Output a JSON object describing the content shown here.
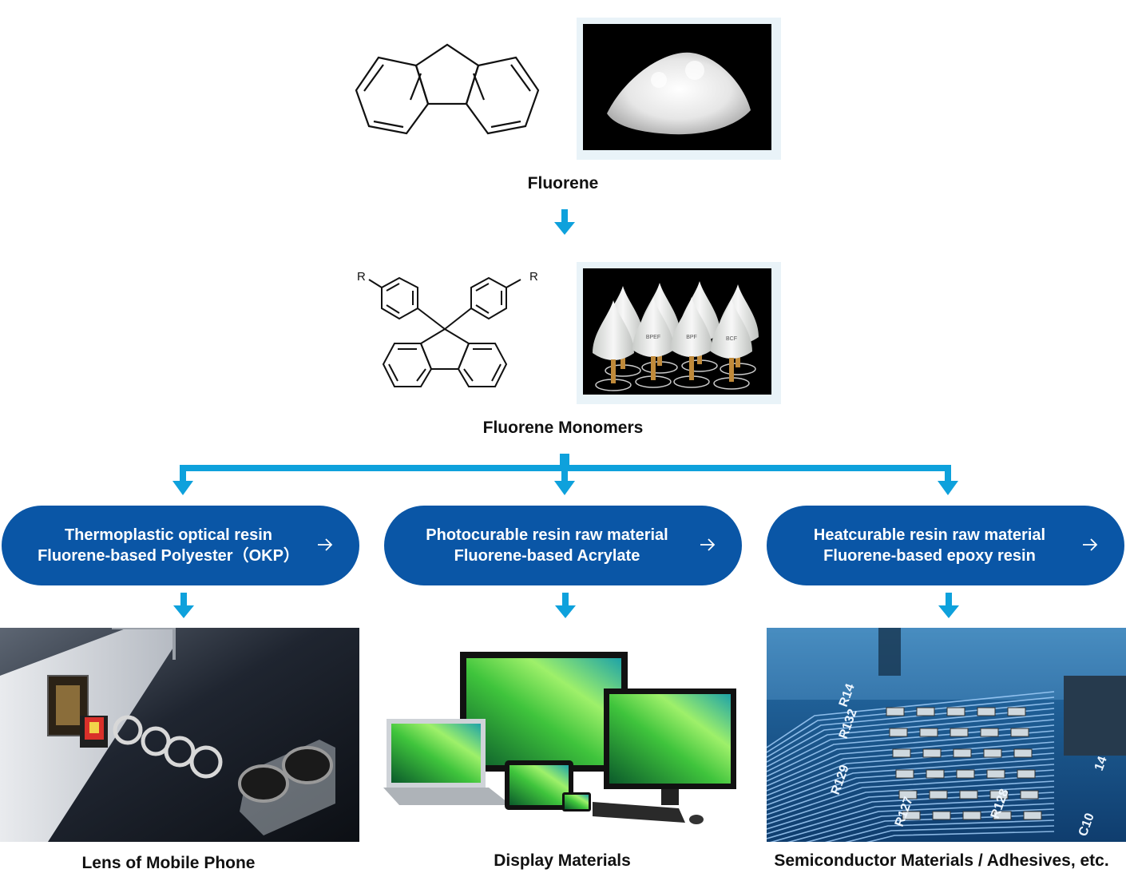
{
  "steps": {
    "fluorene": {
      "label": "Fluorene"
    },
    "monomers": {
      "label": "Fluorene Monomers",
      "r_group": "R"
    }
  },
  "categories": [
    {
      "line1": "Thermoplastic optical resin",
      "line2": "Fluorene-based Polyester（OKP）",
      "application": "Lens of Mobile Phone"
    },
    {
      "line1": "Photocurable resin raw material",
      "line2": "Fluorene-based Acrylate",
      "application": "Display Materials"
    },
    {
      "line1": "Heatcurable resin raw material",
      "line2": "Fluorene-based epoxy resin",
      "application": "Semiconductor Materials / Adhesives, etc."
    }
  ],
  "bottle_labels": [
    "BPEF",
    "BPF",
    "BCF"
  ],
  "pcb_marks": [
    "R132",
    "R129",
    "R127",
    "R128",
    "R14",
    "C10",
    "14"
  ],
  "colors": {
    "arrow": "#0ea1dc",
    "pill": "#0a56a6"
  },
  "icons": {
    "pill_arrow": "arrow-right-icon",
    "flow": "arrow-down-icon"
  }
}
